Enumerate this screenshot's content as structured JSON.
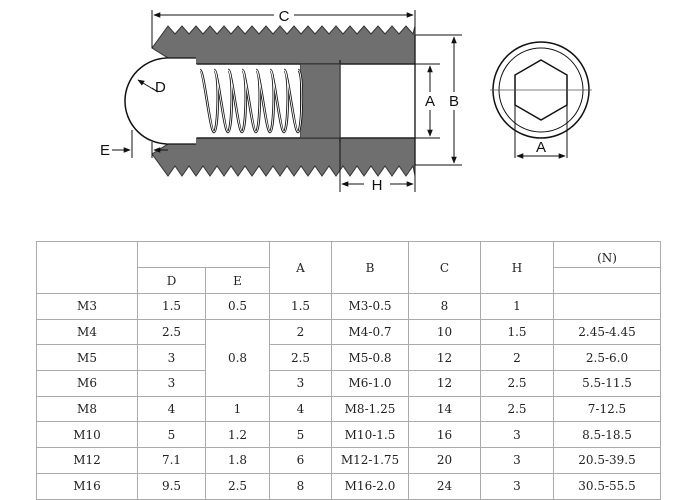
{
  "drawing": {
    "labels": {
      "C": "C",
      "D": "D",
      "E": "E",
      "A": "A",
      "B": "B",
      "H": "H",
      "A_end": "A"
    }
  },
  "table": {
    "headers": {
      "D": "D",
      "E": "E",
      "A": "A",
      "B": "B",
      "C": "C",
      "H": "H",
      "N": "(N)"
    },
    "rows": [
      {
        "size": "M3",
        "D": "1.5",
        "A": "1.5",
        "B": "M3-0.5",
        "C": "8",
        "H": "1",
        "N": ""
      },
      {
        "size": "M4",
        "D": "2.5",
        "A": "2",
        "B": "M4-0.7",
        "C": "10",
        "H": "1.5",
        "N": "2.45-4.45"
      },
      {
        "size": "M5",
        "D": "3",
        "A": "2.5",
        "B": "M5-0.8",
        "C": "12",
        "H": "2",
        "N": "2.5-6.0"
      },
      {
        "size": "M6",
        "D": "3",
        "A": "3",
        "B": "M6-1.0",
        "C": "12",
        "H": "2.5",
        "N": "5.5-11.5"
      },
      {
        "size": "M8",
        "D": "4",
        "A": "4",
        "B": "M8-1.25",
        "C": "14",
        "H": "2.5",
        "N": "7-12.5"
      },
      {
        "size": "M10",
        "D": "5",
        "A": "5",
        "B": "M10-1.5",
        "C": "16",
        "H": "3",
        "N": "8.5-18.5"
      },
      {
        "size": "M12",
        "D": "7.1",
        "A": "6",
        "B": "M12-1.75",
        "C": "20",
        "H": "3",
        "N": "20.5-39.5"
      },
      {
        "size": "M16",
        "D": "9.5",
        "A": "8",
        "B": "M16-2.0",
        "C": "24",
        "H": "3",
        "N": "30.5-55.5"
      }
    ],
    "E_values": [
      {
        "rows": "M3",
        "value": "0.5"
      },
      {
        "rows": "M4-M6",
        "value": "0.8"
      },
      {
        "rows": "M8",
        "value": "1"
      },
      {
        "rows": "M10",
        "value": "1.2"
      },
      {
        "rows": "M12",
        "value": "1.8"
      },
      {
        "rows": "M16",
        "value": "2.5"
      }
    ]
  }
}
